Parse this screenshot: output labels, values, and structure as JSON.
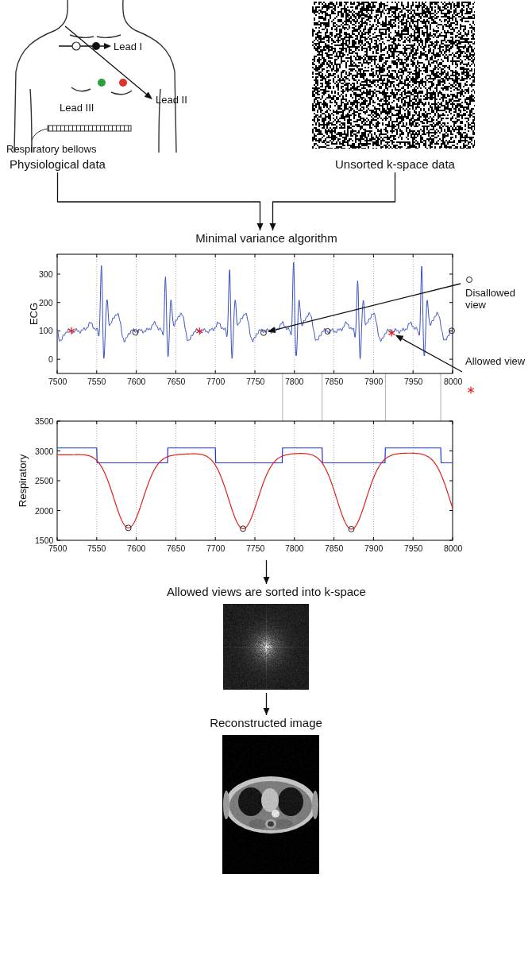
{
  "diagram": {
    "nodes": [
      {
        "text": [
          "Physiological data"
        ]
      },
      {
        "text": [
          "Unsorted k-space data"
        ]
      },
      {
        "text": [
          "Minimal variance algorithm"
        ]
      },
      {
        "text": [
          "Allowed views are sorted into k-space"
        ]
      },
      {
        "text": [
          "Reconstructed image"
        ]
      }
    ],
    "edges": [
      {
        "from": 0,
        "to": 2,
        "arrow": "to"
      },
      {
        "from": 1,
        "to": 2,
        "arrow": "to"
      },
      {
        "from": 2,
        "to": 3,
        "arrow": "to"
      },
      {
        "from": 3,
        "to": 4,
        "arrow": "to"
      }
    ],
    "labels": [
      "Lead I",
      "Lead II",
      "Lead III",
      "Respiratory bellows",
      "300",
      "200",
      "100",
      "0",
      "ECG",
      "7500",
      "7550",
      "7600",
      "7650",
      "7700",
      "7750",
      "7800",
      "7850",
      "7900",
      "7950",
      "8000",
      "Disallowed view",
      "Allowed view",
      "3500",
      "3000",
      "2500",
      "2000",
      "1500",
      "Respiratory",
      "7500",
      "7550",
      "7600",
      "7650",
      "7700",
      "7750",
      "7800",
      "7850",
      "7900",
      "7950",
      "8000"
    ]
  }
}
